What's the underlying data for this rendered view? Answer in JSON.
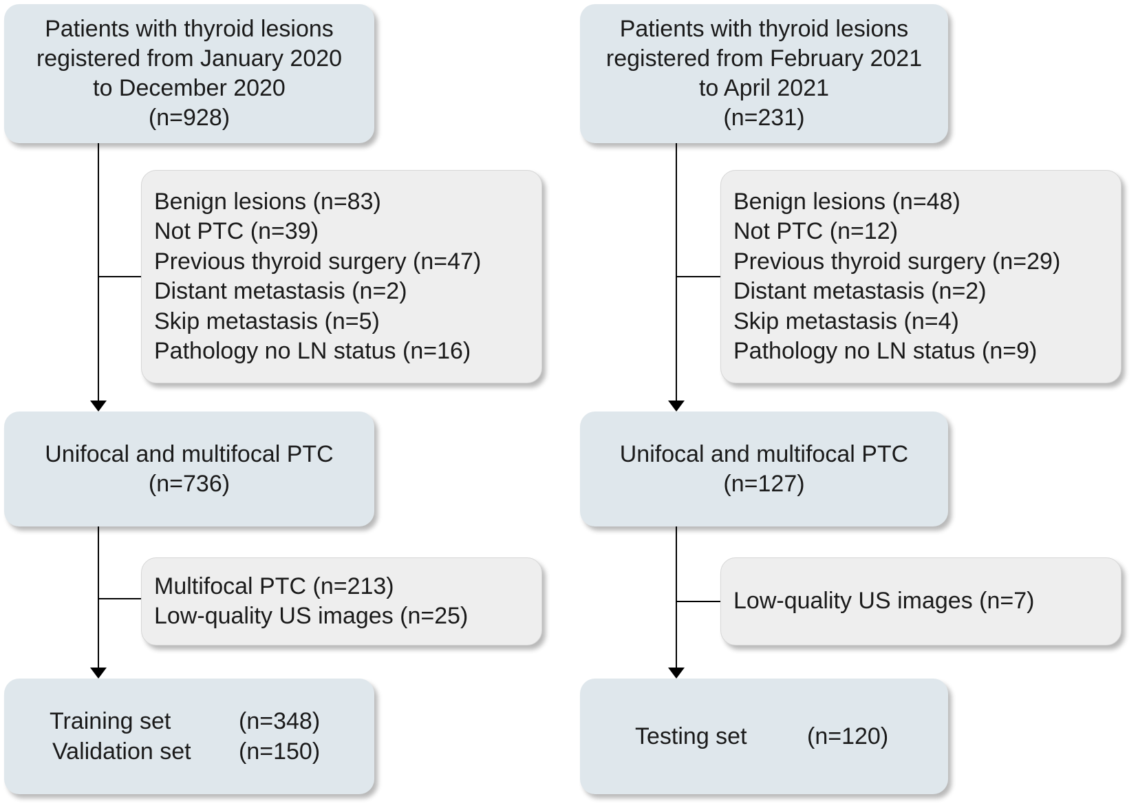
{
  "left": {
    "top_box": {
      "lines": [
        "Patients with thyroid lesions",
        "registered from January 2020",
        "to December 2020",
        "(n=928)"
      ]
    },
    "exclusion_1": {
      "lines": [
        "Benign lesions (n=83)",
        "Not PTC (n=39)",
        "Previous thyroid surgery (n=47)",
        "Distant metastasis (n=2)",
        "Skip metastasis (n=5)",
        "Pathology no LN status (n=16)"
      ]
    },
    "middle_box": {
      "lines": [
        "Unifocal and multifocal PTC",
        "(n=736)"
      ]
    },
    "exclusion_2": {
      "lines": [
        "Multifocal PTC (n=213)",
        "Low-quality US images (n=25)"
      ]
    },
    "bottom_box": {
      "rows": [
        {
          "label": "Training set",
          "value": "(n=348)"
        },
        {
          "label": "Validation set",
          "value": "(n=150)"
        }
      ]
    }
  },
  "right": {
    "top_box": {
      "lines": [
        "Patients with thyroid lesions",
        "registered from February 2021",
        "to April 2021",
        "(n=231)"
      ]
    },
    "exclusion_1": {
      "lines": [
        "Benign lesions (n=48)",
        "Not PTC (n=12)",
        "Previous thyroid surgery (n=29)",
        "Distant metastasis (n=2)",
        "Skip metastasis (n=4)",
        "Pathology no LN status (n=9)"
      ]
    },
    "middle_box": {
      "lines": [
        "Unifocal and multifocal PTC",
        "(n=127)"
      ]
    },
    "exclusion_2": {
      "lines": [
        "Low-quality US images (n=7)"
      ]
    },
    "bottom_box": {
      "rows": [
        {
          "label": "Testing set",
          "value": "(n=120)"
        }
      ]
    }
  }
}
